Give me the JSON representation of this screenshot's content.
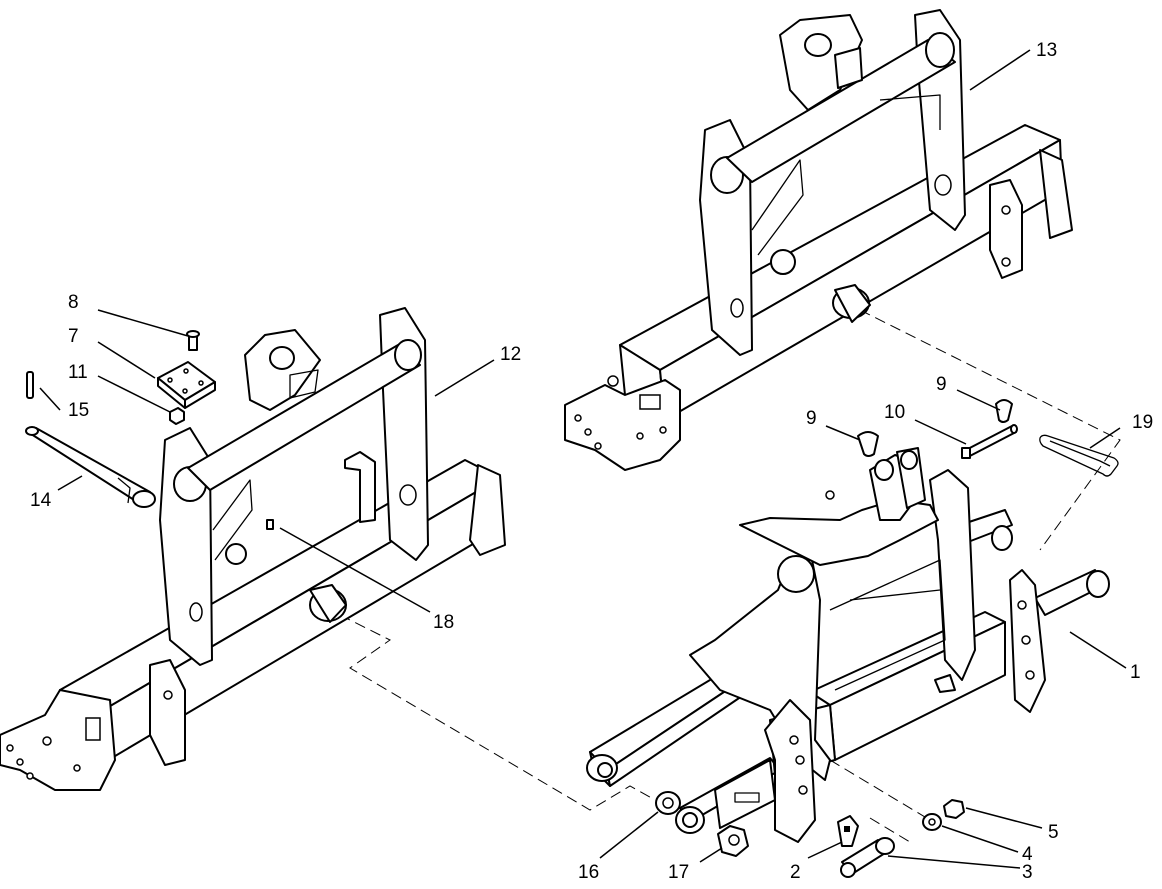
{
  "callouts": [
    {
      "id": "c1",
      "text": "1"
    },
    {
      "id": "c2",
      "text": "2"
    },
    {
      "id": "c3",
      "text": "3"
    },
    {
      "id": "c4",
      "text": "4"
    },
    {
      "id": "c5",
      "text": "5"
    },
    {
      "id": "c7",
      "text": "7"
    },
    {
      "id": "c8",
      "text": "8"
    },
    {
      "id": "c9a",
      "text": "9"
    },
    {
      "id": "c9b",
      "text": "9"
    },
    {
      "id": "c10",
      "text": "10"
    },
    {
      "id": "c11",
      "text": "11"
    },
    {
      "id": "c12",
      "text": "12"
    },
    {
      "id": "c13",
      "text": "13"
    },
    {
      "id": "c14",
      "text": "14"
    },
    {
      "id": "c15",
      "text": "15"
    },
    {
      "id": "c16",
      "text": "16"
    },
    {
      "id": "c17",
      "text": "17"
    },
    {
      "id": "c18",
      "text": "18"
    },
    {
      "id": "c19",
      "text": "19"
    }
  ]
}
